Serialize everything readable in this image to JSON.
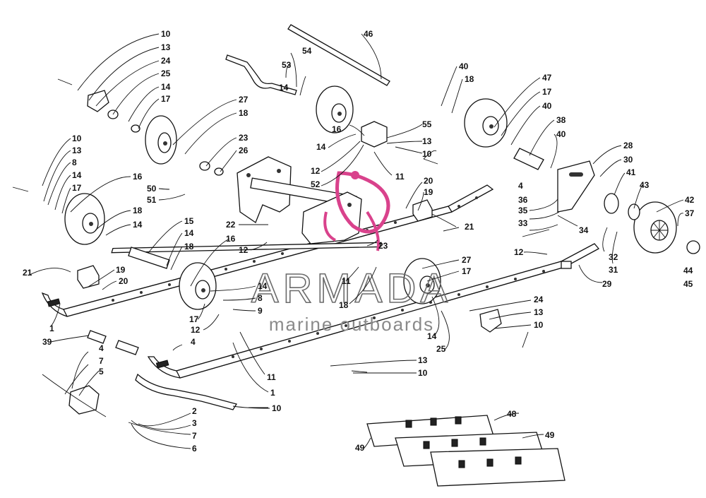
{
  "watermark": {
    "brand": "ARMADA",
    "tagline": "marine outboards",
    "logo_color": "#d9428c"
  },
  "callouts": [
    "1",
    "2",
    "3",
    "4",
    "5",
    "6",
    "7",
    "8",
    "9",
    "10",
    "11",
    "12",
    "13",
    "14",
    "15",
    "16",
    "17",
    "18",
    "19",
    "20",
    "21",
    "22",
    "23",
    "24",
    "25",
    "26",
    "27",
    "28",
    "29",
    "30",
    "31",
    "32",
    "33",
    "34",
    "35",
    "36",
    "37",
    "38",
    "39",
    "40",
    "41",
    "42",
    "43",
    "44",
    "45",
    "46",
    "47",
    "48",
    "49",
    "50",
    "51",
    "52",
    "53",
    "54",
    "55"
  ]
}
